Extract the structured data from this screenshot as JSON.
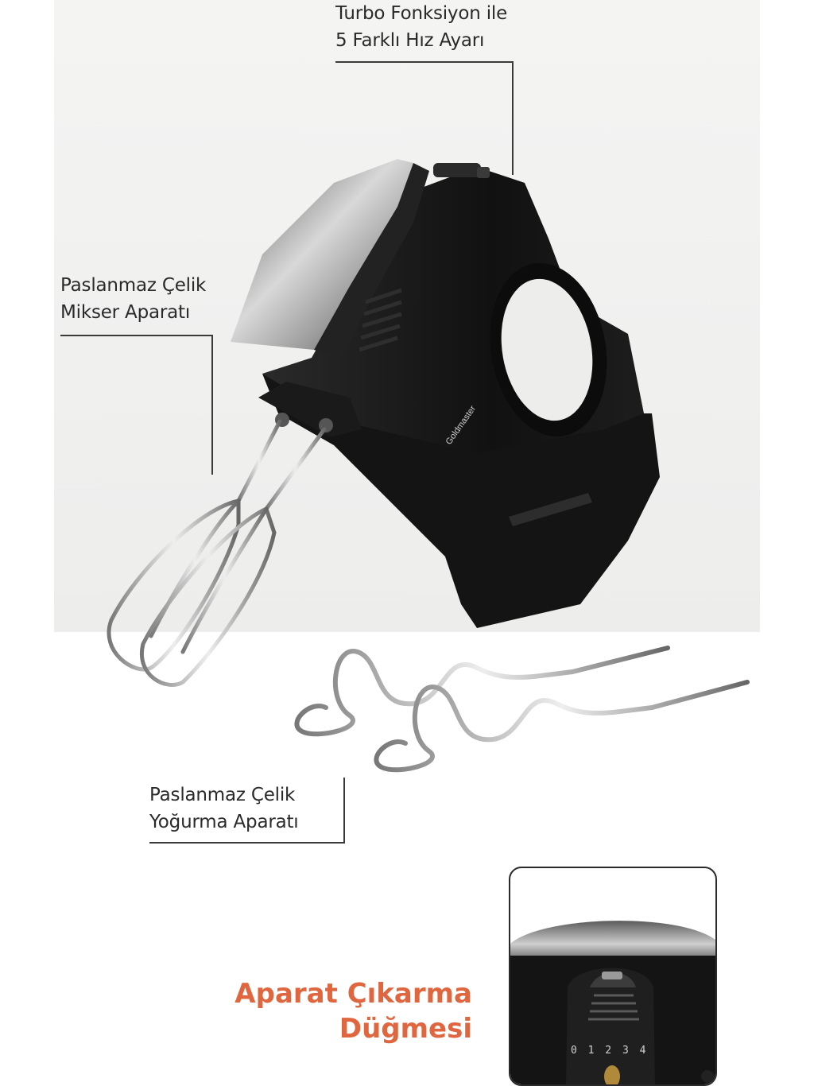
{
  "callouts": {
    "turbo": {
      "line1": "Turbo Fonksiyon ile",
      "line2": "5 Farklı Hız Ayarı"
    },
    "beater": {
      "line1": "Paslanmaz Çelik",
      "line2": "Mikser Aparatı"
    },
    "dough_hook": {
      "line1": "Paslanmaz Çelik",
      "line2": "Yoğurma Aparatı"
    }
  },
  "eject_button": {
    "line1": "Aparat Çıkarma",
    "line2": "Düğmesi"
  },
  "product": {
    "brand": "Goldmaster",
    "speed_marks": "0 1 2 3 4"
  },
  "colors": {
    "accent": "#e0663f",
    "body": "#1c1c1c",
    "chrome": "#b8b8b8"
  }
}
